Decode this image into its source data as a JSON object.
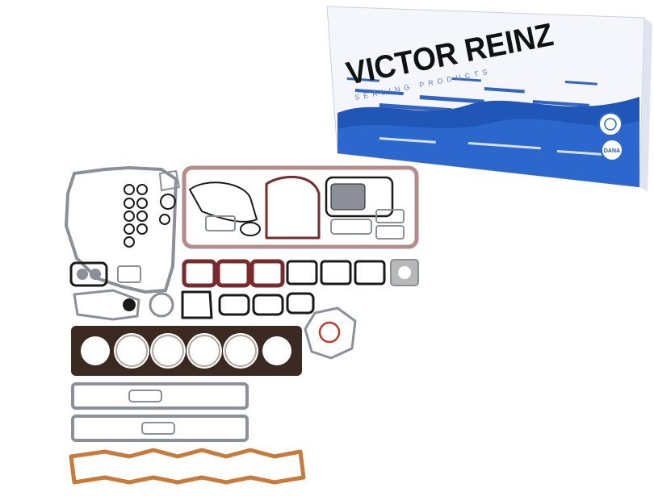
{
  "product_box": {
    "brand": "VICTOR REINZ",
    "tagline": "SEALING PRODUCTS",
    "badge_dana": "DANA",
    "colors": {
      "box_blue": "#1f56b8",
      "box_white": "#f4f6fb",
      "text_dark": "#111111"
    }
  },
  "gasket_set": {
    "colors": {
      "metal_gray": "#8a8f98",
      "dark_red": "#7a2a2a",
      "head_gasket": "#3b2a22",
      "cork": "#c77a3a",
      "black": "#1a1a1a"
    }
  }
}
